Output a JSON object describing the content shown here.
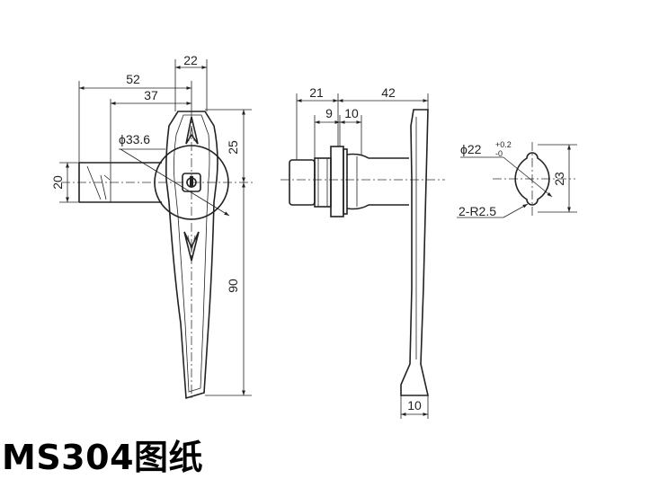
{
  "caption": "MS304图纸",
  "front_view": {
    "dim_22": "22",
    "dim_52": "52",
    "dim_37": "37",
    "dim_phi": "ϕ33.6",
    "dim_25": "25",
    "dim_20": "20",
    "dim_90": "90"
  },
  "side_view": {
    "dim_21": "21",
    "dim_42": "42",
    "dim_9": "9",
    "dim_10_top": "10",
    "dim_10_bottom": "10"
  },
  "cutout_view": {
    "dim_phi22": "ϕ22",
    "tol_plus": "+0.2",
    "tol_minus": "-0",
    "dim_23": "23",
    "dim_r": "2-R2.5"
  }
}
